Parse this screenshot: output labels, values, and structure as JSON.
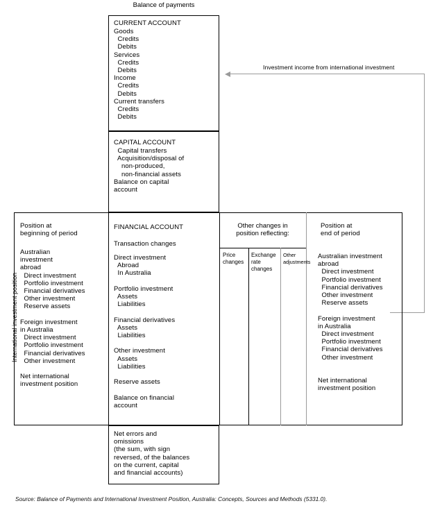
{
  "figure": {
    "top_caption": "Balance of payments",
    "vertical_axis_label": "International investment position",
    "flow_annotation": "Investment income from international investment",
    "source": "Source: Balance of Payments and International Investment Position, Australia: Concepts, Sources and Methods (5331.0)."
  },
  "current_account": {
    "title": "CURRENT ACCOUNT",
    "lines": [
      "Goods",
      "  Credits",
      "  Debits",
      "Services",
      "  Credits",
      "  Debits",
      "Income",
      "  Credits",
      "  Debits",
      "Current transfers",
      "  Credits",
      "  Debits"
    ]
  },
  "capital_account": {
    "title": "CAPITAL ACCOUNT",
    "lines": [
      "  Capital transfers",
      "  Acquisition/disposal of",
      "    non-produced,",
      "    non-financial assets",
      "Balance on capital",
      "account"
    ]
  },
  "opening_position": {
    "heading_l1": "Position at",
    "heading_l2": "beginning of period",
    "lines": [
      "Australian",
      "investment",
      "abroad",
      "  Direct investment",
      "  Portfolio investment",
      "  Financial derivatives",
      "  Other investment",
      "  Reserve assets",
      "",
      "Foreign investment",
      "in Australia",
      "  Direct investment",
      "  Portfolio investment",
      "  Financial derivatives",
      "  Other investment",
      "",
      "Net international",
      "investment position"
    ]
  },
  "financial_account": {
    "title": "FINANCIAL ACCOUNT",
    "subtitle": "Transaction changes",
    "lines": [
      "Direct investment",
      "  Abroad",
      "  In Australia",
      "",
      "Portfolio investment",
      "  Assets",
      "  Liabilities",
      "",
      "Financial derivatives",
      "  Assets",
      "  Liabilities",
      "",
      "Other investment",
      "  Assets",
      "  Liabilities",
      "",
      "Reserve assets",
      "",
      "Balance on financial",
      "account"
    ]
  },
  "other_changes": {
    "heading_l1": "Other changes in",
    "heading_l2": "position reflecting:",
    "columns": [
      {
        "label_lines": [
          "Price",
          "changes"
        ]
      },
      {
        "label_lines": [
          "Exchange",
          "rate",
          "changes"
        ]
      },
      {
        "label_lines": [
          "Other",
          "adjustments"
        ]
      }
    ]
  },
  "closing_position": {
    "heading_l1": "Position at",
    "heading_l2": "end of period",
    "lines": [
      "Australian investment",
      "abroad",
      "  Direct investment",
      "  Portfolio investment",
      "  Financial derivatives",
      "  Other investment",
      "  Reserve assets",
      "",
      "Foreign investment",
      "in Australia",
      "  Direct investment",
      "  Portfolio investment",
      "  Financial derivatives",
      "  Other investment",
      "",
      "",
      "Net international",
      "investment position"
    ]
  },
  "net_errors": {
    "lines": [
      "Net errors and",
      "omissions",
      "(the sum, with sign",
      "reversed, of the balances",
      "on the current, capital",
      "and financial accounts)"
    ]
  },
  "colors": {
    "line": "#000000",
    "arrow": "#9a9a9a",
    "background": "#ffffff"
  }
}
